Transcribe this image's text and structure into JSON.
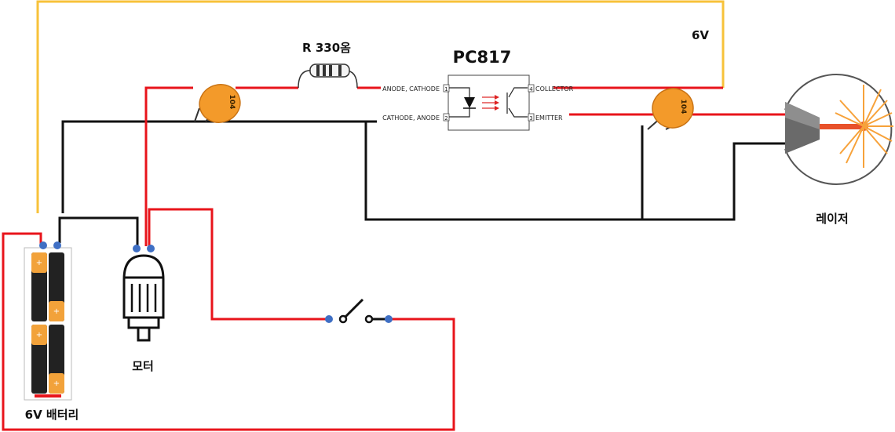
{
  "resistor_label": "R 330옴",
  "ic": {
    "name": "PC817",
    "pin1": "ANODE, CATHODE",
    "pin2": "CATHODE, ANODE",
    "pin3": "EMITTER",
    "pin4": "COLLECTOR",
    "pin1_num": "1",
    "pin2_num": "2",
    "pin3_num": "3",
    "pin4_num": "4"
  },
  "capacitor_code": "104",
  "voltage_label": "6V",
  "laser_label": "레이저",
  "motor_label": "모터",
  "battery_label": "6V 배터리",
  "battery_terminal_symbol": "+",
  "colors": {
    "positive_wire": "#e8141b",
    "negative_wire": "#111111",
    "supply_wire": "#f7c23a",
    "capacitor": "#f39a2a",
    "terminal_dot": "#3f6fc4",
    "laser_beam": "#f7a23a"
  }
}
